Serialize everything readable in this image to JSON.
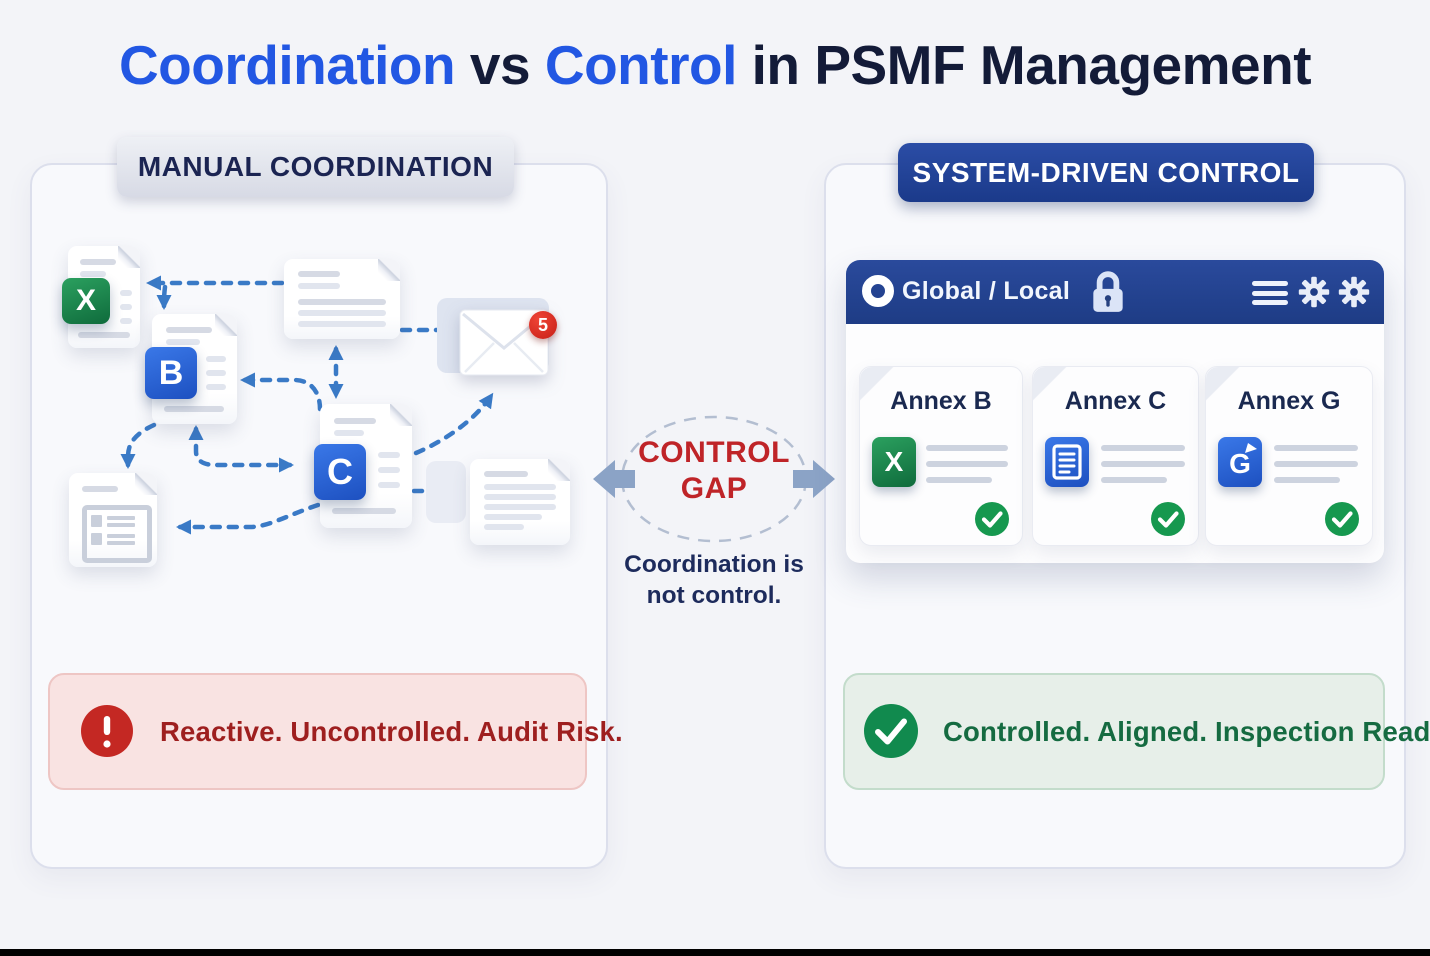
{
  "title": {
    "part_coordination": "Coordination",
    "part_vs": " vs ",
    "part_control": "Control",
    "part_rest": " in PSMF Management"
  },
  "left": {
    "header": "MANUAL COORDINATION",
    "doc_x_label": "X",
    "doc_b_label": "B",
    "doc_c_label": "C",
    "email_badge_count": "5",
    "alert_text": "Reactive. Uncontrolled. Audit Risk."
  },
  "center": {
    "gap_line1": "CONTROL",
    "gap_line2": "GAP",
    "caption_line1": "Coordination is",
    "caption_line2": "not control."
  },
  "right": {
    "header": "SYSTEM-DRIVEN CONTROL",
    "window_title": "Global / Local",
    "cards": [
      {
        "label": "Annex B",
        "icon": "excel-x-icon",
        "letter": "X"
      },
      {
        "label": "Annex C",
        "icon": "doc-lines-icon",
        "letter": ""
      },
      {
        "label": "Annex G",
        "icon": "sync-g-icon",
        "letter": "G"
      }
    ],
    "status_text": "Controlled. Aligned. Inspection Ready."
  },
  "colors": {
    "accent_blue": "#2257e3",
    "dark_navy": "#131b38",
    "arrow_blue": "#3a7ac6",
    "gap_red": "#bf2428",
    "alert_red": "#c42823",
    "ok_green": "#118a4e",
    "header_blue": "#1e3c85"
  }
}
